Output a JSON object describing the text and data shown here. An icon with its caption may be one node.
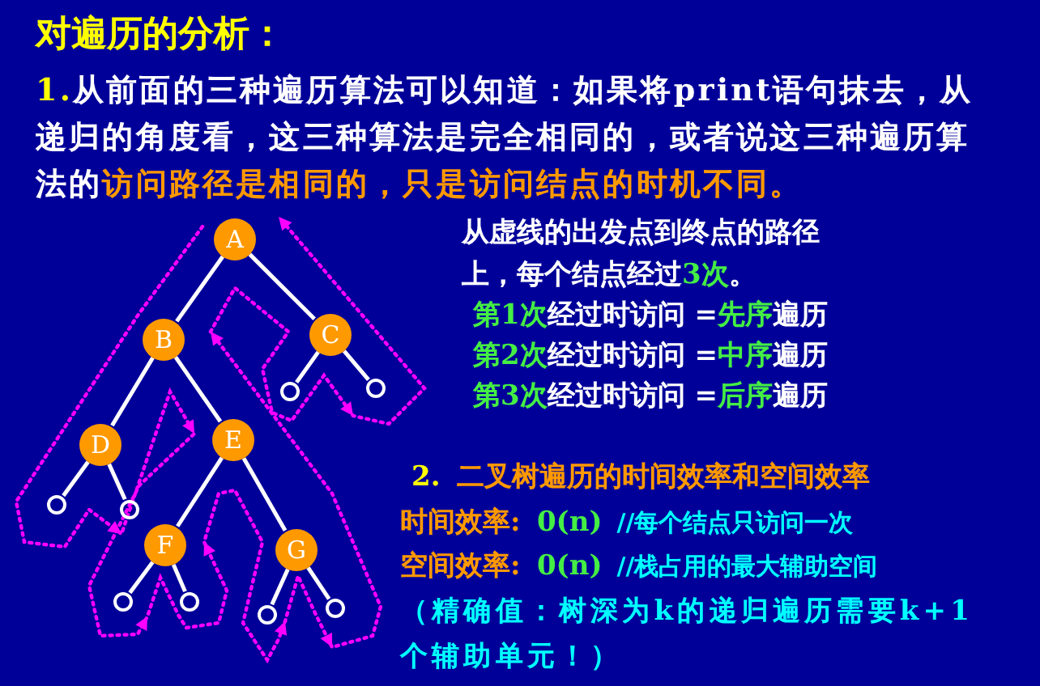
{
  "diagram": {
    "title": "对遍历的分析：",
    "nodes": [
      {
        "text": [
          "A"
        ]
      },
      {
        "text": [
          "B"
        ]
      },
      {
        "text": [
          "C"
        ]
      },
      {
        "text": [
          "D"
        ]
      },
      {
        "text": [
          "E"
        ]
      },
      {
        "text": [
          "F"
        ]
      },
      {
        "text": [
          "G"
        ]
      },
      {
        "text": [],
        "shape": "circle"
      },
      {
        "text": [],
        "shape": "circle"
      },
      {
        "text": [],
        "shape": "circle"
      },
      {
        "text": [],
        "shape": "circle"
      },
      {
        "text": [],
        "shape": "circle"
      },
      {
        "text": [],
        "shape": "circle"
      },
      {
        "text": [],
        "shape": "circle"
      },
      {
        "text": [],
        "shape": "circle"
      }
    ],
    "edges": [
      {
        "from": 0,
        "to": 1,
        "arrow": "none"
      },
      {
        "from": 0,
        "to": 2,
        "arrow": "none"
      },
      {
        "from": 2,
        "to": 7,
        "arrow": "none"
      },
      {
        "from": 2,
        "to": 8,
        "arrow": "none"
      },
      {
        "from": 1,
        "to": 3,
        "arrow": "none"
      },
      {
        "from": 1,
        "to": 4,
        "arrow": "none"
      },
      {
        "from": 3,
        "to": 9,
        "arrow": "none"
      },
      {
        "from": 3,
        "to": 10,
        "arrow": "none"
      },
      {
        "from": 4,
        "to": 5,
        "arrow": "none"
      },
      {
        "from": 4,
        "to": 6,
        "arrow": "none"
      },
      {
        "from": 5,
        "to": 11,
        "arrow": "none"
      },
      {
        "from": 5,
        "to": 12,
        "arrow": "none"
      },
      {
        "from": 6,
        "to": 13,
        "arrow": "none"
      },
      {
        "from": 6,
        "to": 14,
        "arrow": "none"
      }
    ],
    "labels": [
      "1.",
      "从前面的三种遍历算法可以知道：如果将print语句抹去，从递归的角度看，这三种算法是完全相同的，或者说这三种遍历算法的",
      "访问路径是相同的，只是访问结点的时机不同。",
      "从虚线的出发点到终点的路径上，每个结点经过",
      "3次",
      "。",
      "第1次",
      "经过时访问 =",
      "先序",
      "遍历",
      "第2次",
      "经过时访问 =",
      "中序",
      "遍历",
      "第3次",
      "经过时访问 =",
      "后序",
      "遍历",
      "2.",
      "二叉树遍历的时间效率和空间效率",
      "时间效率:",
      "0(n)",
      "//每个结点只访问一次",
      "空间效率:",
      "0(n)",
      "//栈占用的最大辅助空间",
      "（精确值：树深为k的递归遍历需要k+1个辅助单元！）"
    ]
  }
}
